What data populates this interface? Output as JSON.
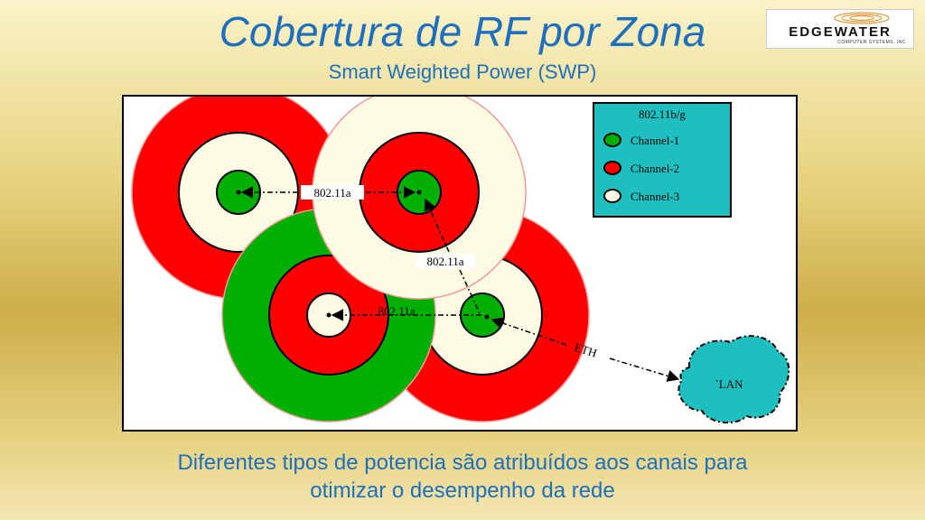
{
  "slide": {
    "title": "Cobertura de RF por Zona",
    "subtitle": "Smart Weighted Power (SWP)",
    "footer_line1": "Diferentes tipos de potencia são atribuídos aos canais para",
    "footer_line2": "otimizar o desempenho da rede"
  },
  "logo": {
    "name": "EDGEWATER",
    "tagline": "COMPUTER SYSTEMS, INC"
  },
  "legend": {
    "title": "802.11b/g",
    "items": [
      {
        "label": "Channel-1",
        "color": "#00b000"
      },
      {
        "label": "Channel-2",
        "color": "#ff0000"
      },
      {
        "label": "Channel-3",
        "color": "#fdfbe3"
      }
    ]
  },
  "links": {
    "top": "802.11a",
    "vertical": "802.11a",
    "bottom": "802.11a",
    "eth": "ETH"
  },
  "lan": {
    "label": "`LAN",
    "color": "#1dbfbf"
  },
  "colors": {
    "title_blue": "#1e6fbe",
    "outline": "#f29a9a"
  }
}
